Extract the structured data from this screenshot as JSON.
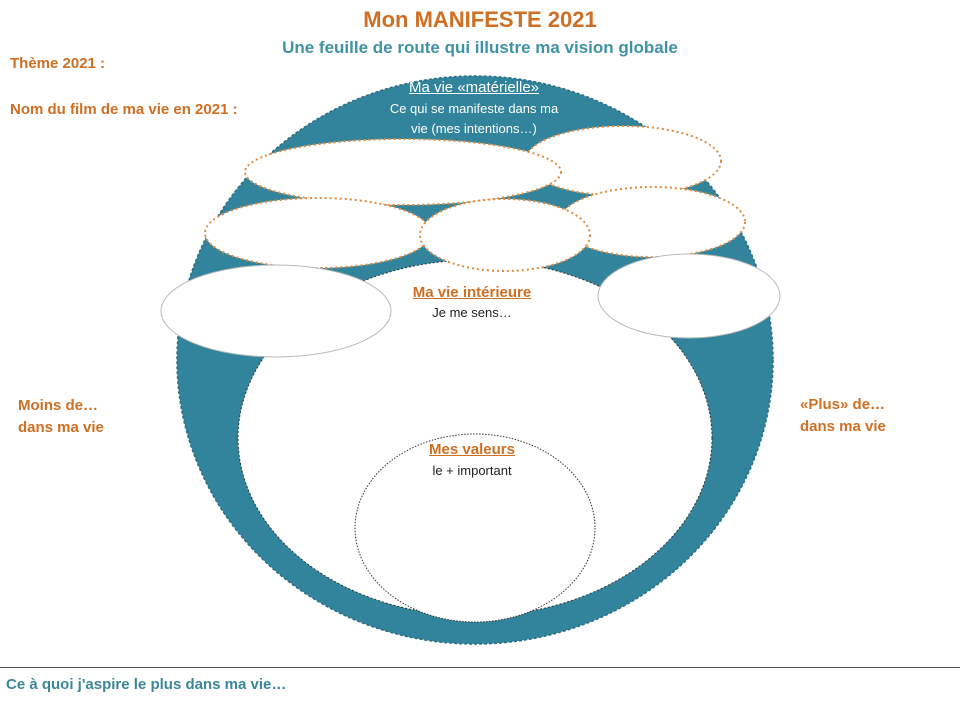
{
  "header": {
    "title": "Mon MANIFESTE 2021",
    "subtitle": "Une feuille de route qui illustre ma vision globale"
  },
  "left_labels": {
    "theme": "Thème 2021 :",
    "film": "Nom du film de ma vie en 2021 :",
    "less_line1": "Moins de…",
    "less_line2": "dans ma vie"
  },
  "right_labels": {
    "more_line1": "«Plus» de…",
    "more_line2": "dans ma vie"
  },
  "outer_circle": {
    "title": "Ma vie «matérielle»",
    "desc_line1": "Ce qui se manifeste dans ma",
    "desc_line2": "vie (mes intentions…)"
  },
  "inner_circle": {
    "title": "Ma vie intérieure",
    "desc": "Je me sens…"
  },
  "core_circle": {
    "title": "Mes valeurs",
    "desc": "le + important"
  },
  "footer": {
    "aspiration": "Ce à quoi j'aspire le plus dans ma vie…"
  },
  "colors": {
    "title_orange": "#cf6f23",
    "subtitle_teal": "#3f93a6",
    "outer_fill": "#31849b",
    "footer_teal": "#3c8797"
  }
}
